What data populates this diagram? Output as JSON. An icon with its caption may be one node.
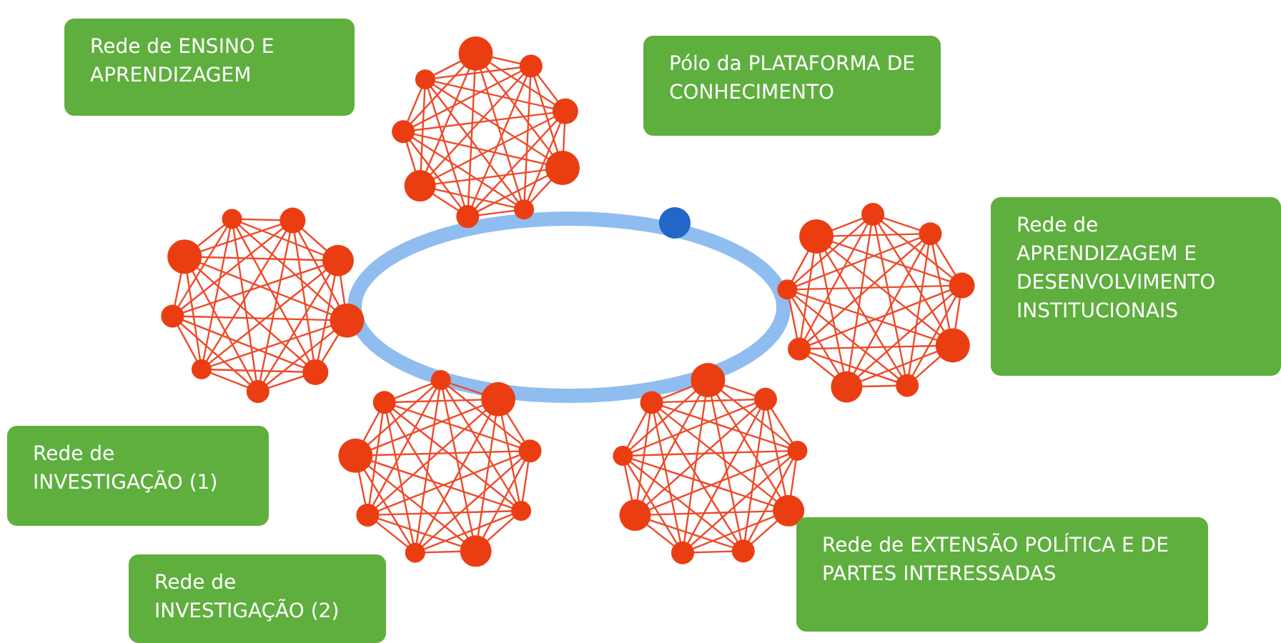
{
  "diagram": {
    "nodes": [
      {
        "text": [
          "Rede de ENSINO E APRENDIZAGEM"
        ]
      },
      {
        "text": [
          "Pólo da PLATAFORMA DE CONHECIMENTO"
        ]
      },
      {
        "text": [
          "Rede de APRENDIZAGEM E DESENVOLVIMENTO INSTITUCIONAIS"
        ]
      },
      {
        "text": [
          "Rede de INVESTIGAÇÃO (1)"
        ]
      },
      {
        "text": [
          "Rede de EXTENSÃO POLÍTICA E DE PARTES INTERESSADAS"
        ]
      },
      {
        "text": [
          "Rede de INVESTIGAÇÃO (2)"
        ]
      }
    ]
  }
}
